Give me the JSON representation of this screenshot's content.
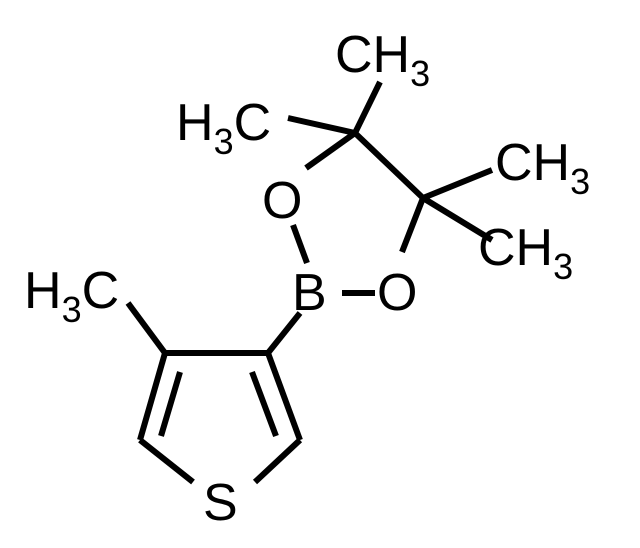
{
  "labels": {
    "ch3_top": {
      "main": "CH",
      "sub": "3"
    },
    "h3c_left_upper": {
      "main1": "H",
      "sub": "3",
      "main2": "C"
    },
    "ch3_right_upper": {
      "main": "CH",
      "sub": "3"
    },
    "ch3_right_lower": {
      "main": "CH",
      "sub": "3"
    },
    "h3c_thiophene_methyl": {
      "main1": "H",
      "sub": "3",
      "main2": "C"
    },
    "oxygen_upper": "O",
    "boron": "B",
    "oxygen_lower": "O",
    "sulfur": "S"
  }
}
